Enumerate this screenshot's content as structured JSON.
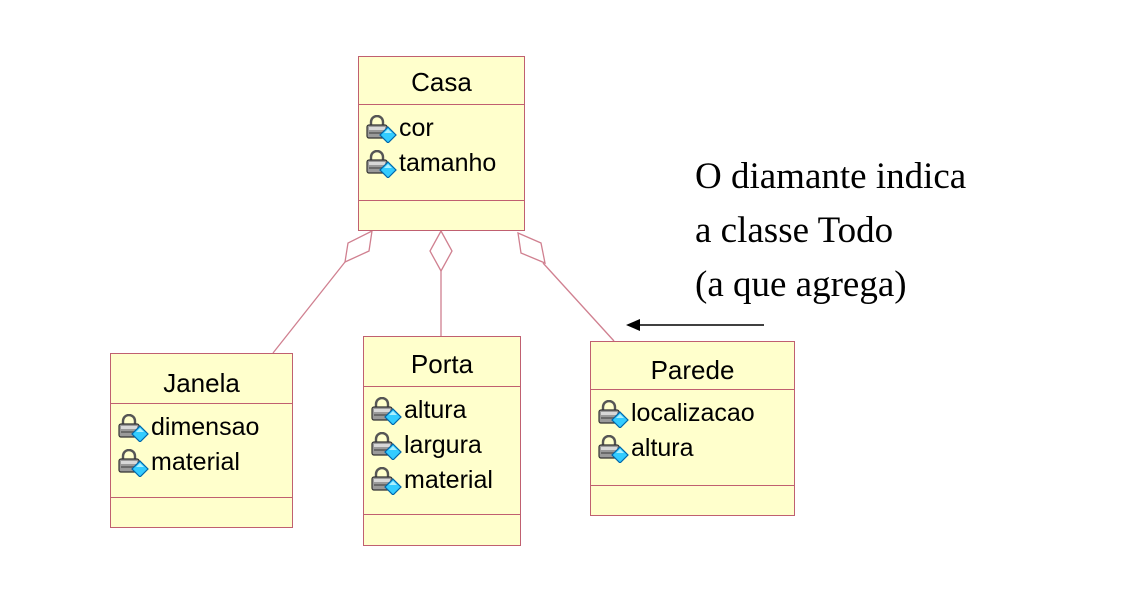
{
  "classes": {
    "casa": {
      "name": "Casa",
      "attributes": [
        "cor",
        "tamanho"
      ]
    },
    "janela": {
      "name": "Janela",
      "attributes": [
        "dimensao",
        "material"
      ]
    },
    "porta": {
      "name": "Porta",
      "attributes": [
        "altura",
        "largura",
        "material"
      ]
    },
    "parede": {
      "name": "Parede",
      "attributes": [
        "localizacao",
        "altura"
      ]
    }
  },
  "note": {
    "lines": [
      "O diamante indica",
      "a classe Todo",
      "(a que agrega)"
    ]
  },
  "colors": {
    "class_fill": "#ffffcc",
    "class_border": "#c06070",
    "relation_line": "#d08090"
  },
  "icons": {
    "attribute": "private-attribute-lock-icon"
  }
}
